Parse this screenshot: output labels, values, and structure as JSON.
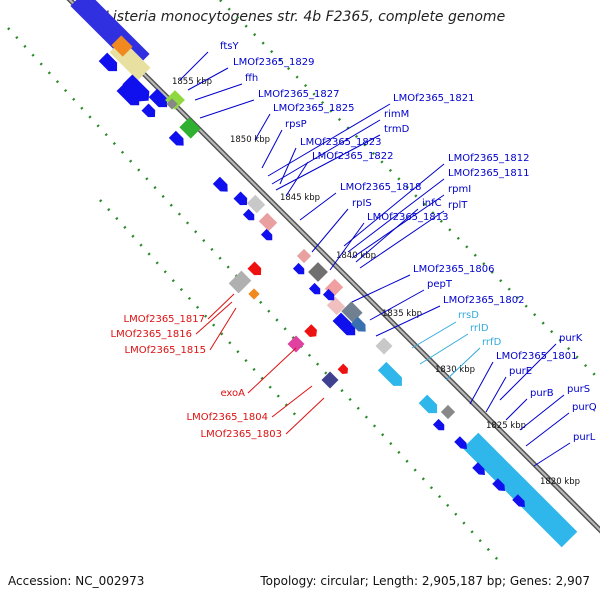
{
  "title": "Listeria monocytogenes str. 4b F2365, complete genome",
  "footer": {
    "accession": "Accession: NC_002973",
    "summary": "Topology: circular; Length: 2,905,187 bp; Genes: 2,907"
  },
  "colors": {
    "backbone": "#8a8a8a",
    "gene_blue": "#1010ee",
    "gene_cyan": "#2fb6ea",
    "gene_red": "#ee1111",
    "gene_gray": "#a0a0a0",
    "dot_green": "#2a8a2a",
    "label_blue": "#0000cc",
    "label_red": "#dd1111",
    "label_cyan": "#33aadd"
  },
  "ticks": [
    "1855 kbp",
    "1850 kbp",
    "1845 kbp",
    "1840 kbp",
    "1835 kbp",
    "1830 kbp",
    "1825 kbp",
    "1820 kbp"
  ],
  "labels_blue_upper": [
    "ftsY",
    "LMOf2365_1829",
    "ffh",
    "LMOf2365_1827",
    "LMOf2365_1825",
    "rpsP",
    "LMOf2365_1821",
    "rimM",
    "trmD",
    "LMOf2365_1823",
    "LMOf2365_1822",
    "LMOf2365_1812",
    "LMOf2365_1811",
    "rpmI",
    "LMOf2365_1818",
    "infC",
    "rplT",
    "rpIS",
    "LMOf2365_1813",
    "LMOf2365_1806",
    "pepT",
    "LMOf2365_1802",
    "purK",
    "LMOf2365_1801",
    "purE",
    "purS",
    "purB",
    "purQ",
    "purL"
  ],
  "labels_cyan": [
    "rrsD",
    "rrlD",
    "rrfD"
  ],
  "labels_red": [
    "LMOf2365_1817",
    "LMOf2365_1816",
    "LMOf2365_1815",
    "exoA",
    "LMOf2365_1804",
    "LMOf2365_1803"
  ]
}
